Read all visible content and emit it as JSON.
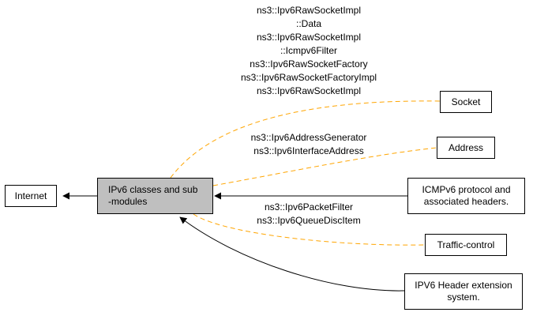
{
  "nodes": {
    "internet": "Internet",
    "center": [
      "IPv6 classes and sub",
      "-modules"
    ],
    "socket": "Socket",
    "address": "Address",
    "icmpv6": [
      "ICMPv6 protocol and",
      "associated headers."
    ],
    "traffic": "Traffic-control",
    "ipv6ext": [
      "IPV6 Header extension",
      "system."
    ]
  },
  "edge_labels": {
    "socket": [
      "ns3::Ipv6RawSocketImpl",
      "::Data",
      "ns3::Ipv6RawSocketImpl",
      "::Icmpv6Filter",
      "ns3::Ipv6RawSocketFactory",
      "ns3::Ipv6RawSocketFactoryImpl",
      "ns3::Ipv6RawSocketImpl"
    ],
    "address": [
      "ns3::Ipv6AddressGenerator",
      "ns3::Ipv6InterfaceAddress"
    ],
    "traffic": [
      "ns3::Ipv6PacketFilter",
      "ns3::Ipv6QueueDiscItem"
    ]
  },
  "colors": {
    "dashed_edge": "#ffa500",
    "solid_edge": "#000000",
    "center_fill": "#bfbfbf",
    "node_fill": "#ffffff"
  }
}
